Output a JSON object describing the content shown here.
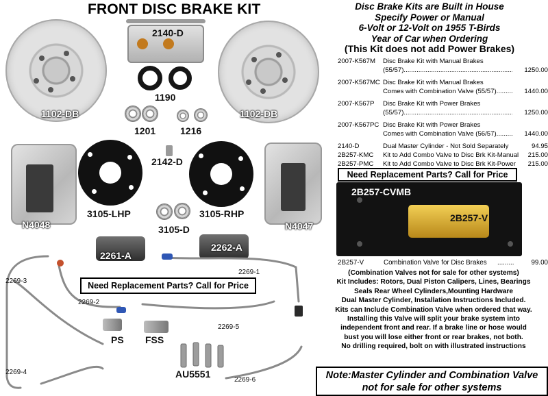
{
  "title": "FRONT DISC BRAKE KIT",
  "intro": {
    "line1": "Disc Brake Kits are Built in House",
    "line2": "Specify Power or Manual",
    "line3": "6-Volt or 12-Volt on 1955 T-Birds",
    "line4": "Year of Car when Ordering",
    "line5": "(This Kit does not add Power Brakes)"
  },
  "parts": [
    {
      "pn": "2007-K567M",
      "desc": "Disc Brake Kit with Manual Brakes",
      "cont": "(55/57)",
      "price": "1250.00"
    },
    {
      "pn": "2007-K567MC",
      "desc": "Disc Brake Kit with Manual Brakes",
      "cont": "Comes with Combination Valve (55/57)",
      "price": "1440.00"
    },
    {
      "pn": "2007-K567P",
      "desc": "Disc Brake Kit with Power Brakes",
      "cont": "(55/57)",
      "price": "1250.00"
    },
    {
      "pn": "2007-K567PC",
      "desc": "Disc Brake Kit with Power Brakes",
      "cont": "Comes with Combination Valve (56/57)",
      "price": "1440.00"
    },
    {
      "pn": "2140-D",
      "desc": "Dual Master Cylinder - Not Sold Separately",
      "cont": "",
      "price": "94.95"
    },
    {
      "pn": "2B257-KMC",
      "desc": "Kit to Add Combo Valve to Disc Brk Kit-Manual",
      "cont": "",
      "price": "215.00"
    },
    {
      "pn": "2B257-PMC",
      "desc": "Kit to Add Combo Valve to Disc Brk Kit-Power",
      "cont": "",
      "price": "215.00"
    }
  ],
  "replacement_right": "Need Replacement Parts?   Call for Price",
  "replacement_left": "Need Replacement Parts?   Call for Price",
  "valve_photo": {
    "label_top": "2B257-CVMB",
    "label_valve": "2B257-V"
  },
  "valve_row": {
    "pn": "2B257-V",
    "desc": "Combination Valve for Disc Brakes",
    "price": "99.00"
  },
  "info_lines": [
    "(Combination Valves not for sale for other systems)",
    "Kit Includes: Rotors, Dual Piston Calipers, Lines, Bearings",
    "Seals Rear Wheel Cylinders,Mounting Hardware",
    "Dual Master Cylinder, Installation Instructions Included.",
    "Kits can Include Combination Valve when ordered that way.",
    "Installing this Valve will split your brake system into",
    "independent front and rear. If a brake line or hose would",
    "bust you will lose either front or rear brakes, not both.",
    "No drilling required, bolt on with illustrated instructions"
  ],
  "note": {
    "line1": "Note:Master Cylinder and Combination Valve",
    "line2": "not for sale for other systems"
  },
  "labels": {
    "rotor_left": "1102-DB",
    "rotor_right": "1102-DB",
    "master_cylinder": "2140-D",
    "seals": "1190",
    "bearing_a": "1201",
    "bearing_b": "1216",
    "pin": "2142-D",
    "plate_left": "3105-LHP",
    "plate_right": "3105-RHP",
    "spacers": "3105-D",
    "caliper_left": "N4048",
    "caliper_right": "N4047",
    "wheel_cyl_left": "2261-A",
    "wheel_cyl_right": "2262-A",
    "line_1": "2269-1",
    "line_2": "2269-2",
    "line_3": "2269-3",
    "line_4": "2269-4",
    "line_5": "2269-5",
    "line_6": "2269-6",
    "ps": "PS",
    "fss": "FSS",
    "bolts": "AU5551"
  },
  "colors": {
    "brass": "#d9ad2f",
    "plate": "#111111",
    "rotor": "#d8d8d8",
    "fitting_red": "#c4512d",
    "fitting_blue": "#2f57b5"
  }
}
